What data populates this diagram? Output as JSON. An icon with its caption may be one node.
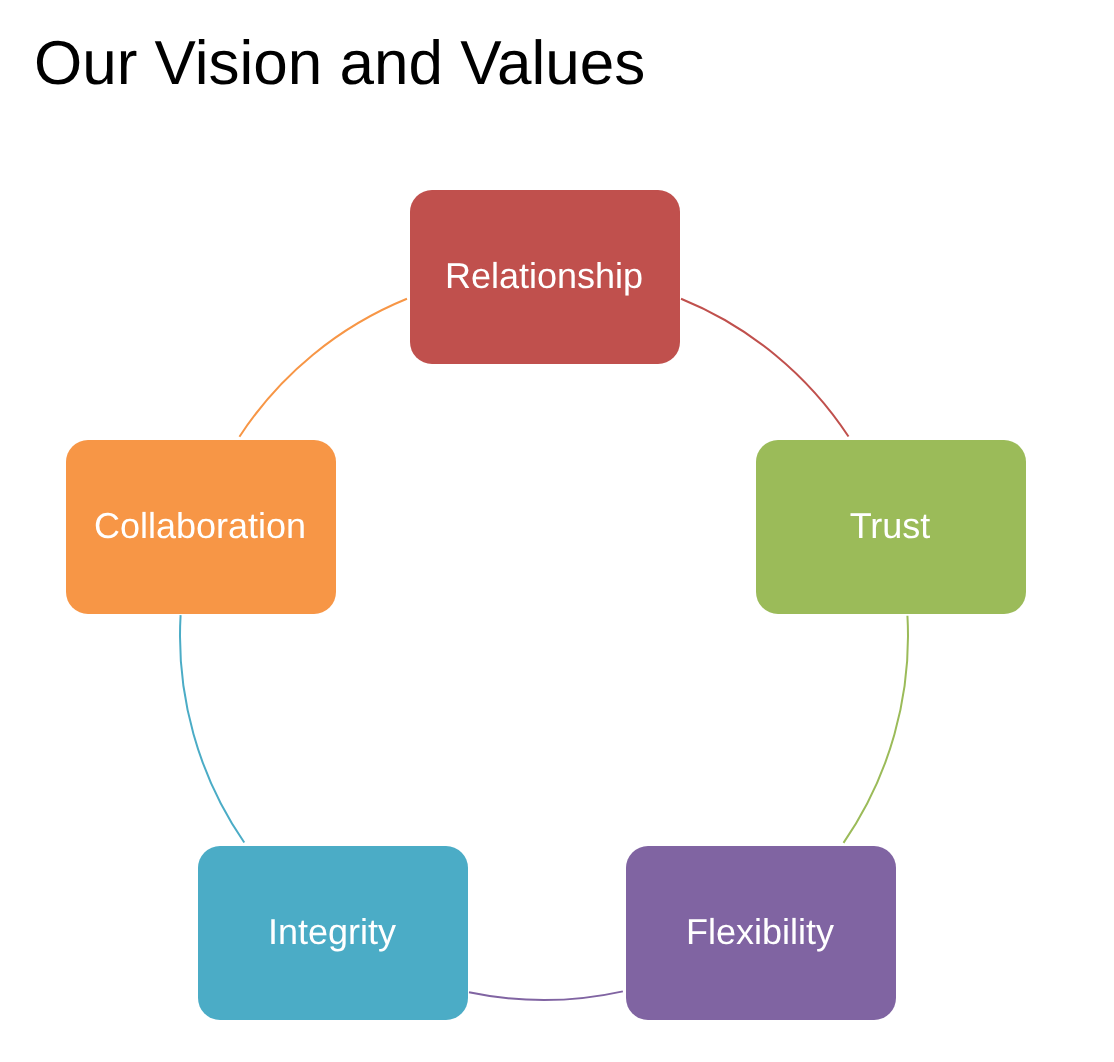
{
  "diagram": {
    "title": "Our Vision and Values",
    "nodes": [
      {
        "text": [
          "Relationship"
        ]
      },
      {
        "text": [
          "Trust"
        ]
      },
      {
        "text": [
          "Flexibility"
        ]
      },
      {
        "text": [
          "Integrity"
        ]
      },
      {
        "text": [
          "Collaboration"
        ]
      }
    ],
    "edges": [
      {
        "from": 0,
        "to": 1,
        "arrow": "none",
        "color": "#c0504d"
      },
      {
        "from": 1,
        "to": 2,
        "arrow": "none",
        "color": "#9bbb59"
      },
      {
        "from": 2,
        "to": 3,
        "arrow": "none",
        "color": "#8064a2"
      },
      {
        "from": 3,
        "to": 4,
        "arrow": "none",
        "color": "#4bacc6"
      },
      {
        "from": 4,
        "to": 0,
        "arrow": "none",
        "color": "#f79646"
      }
    ]
  }
}
